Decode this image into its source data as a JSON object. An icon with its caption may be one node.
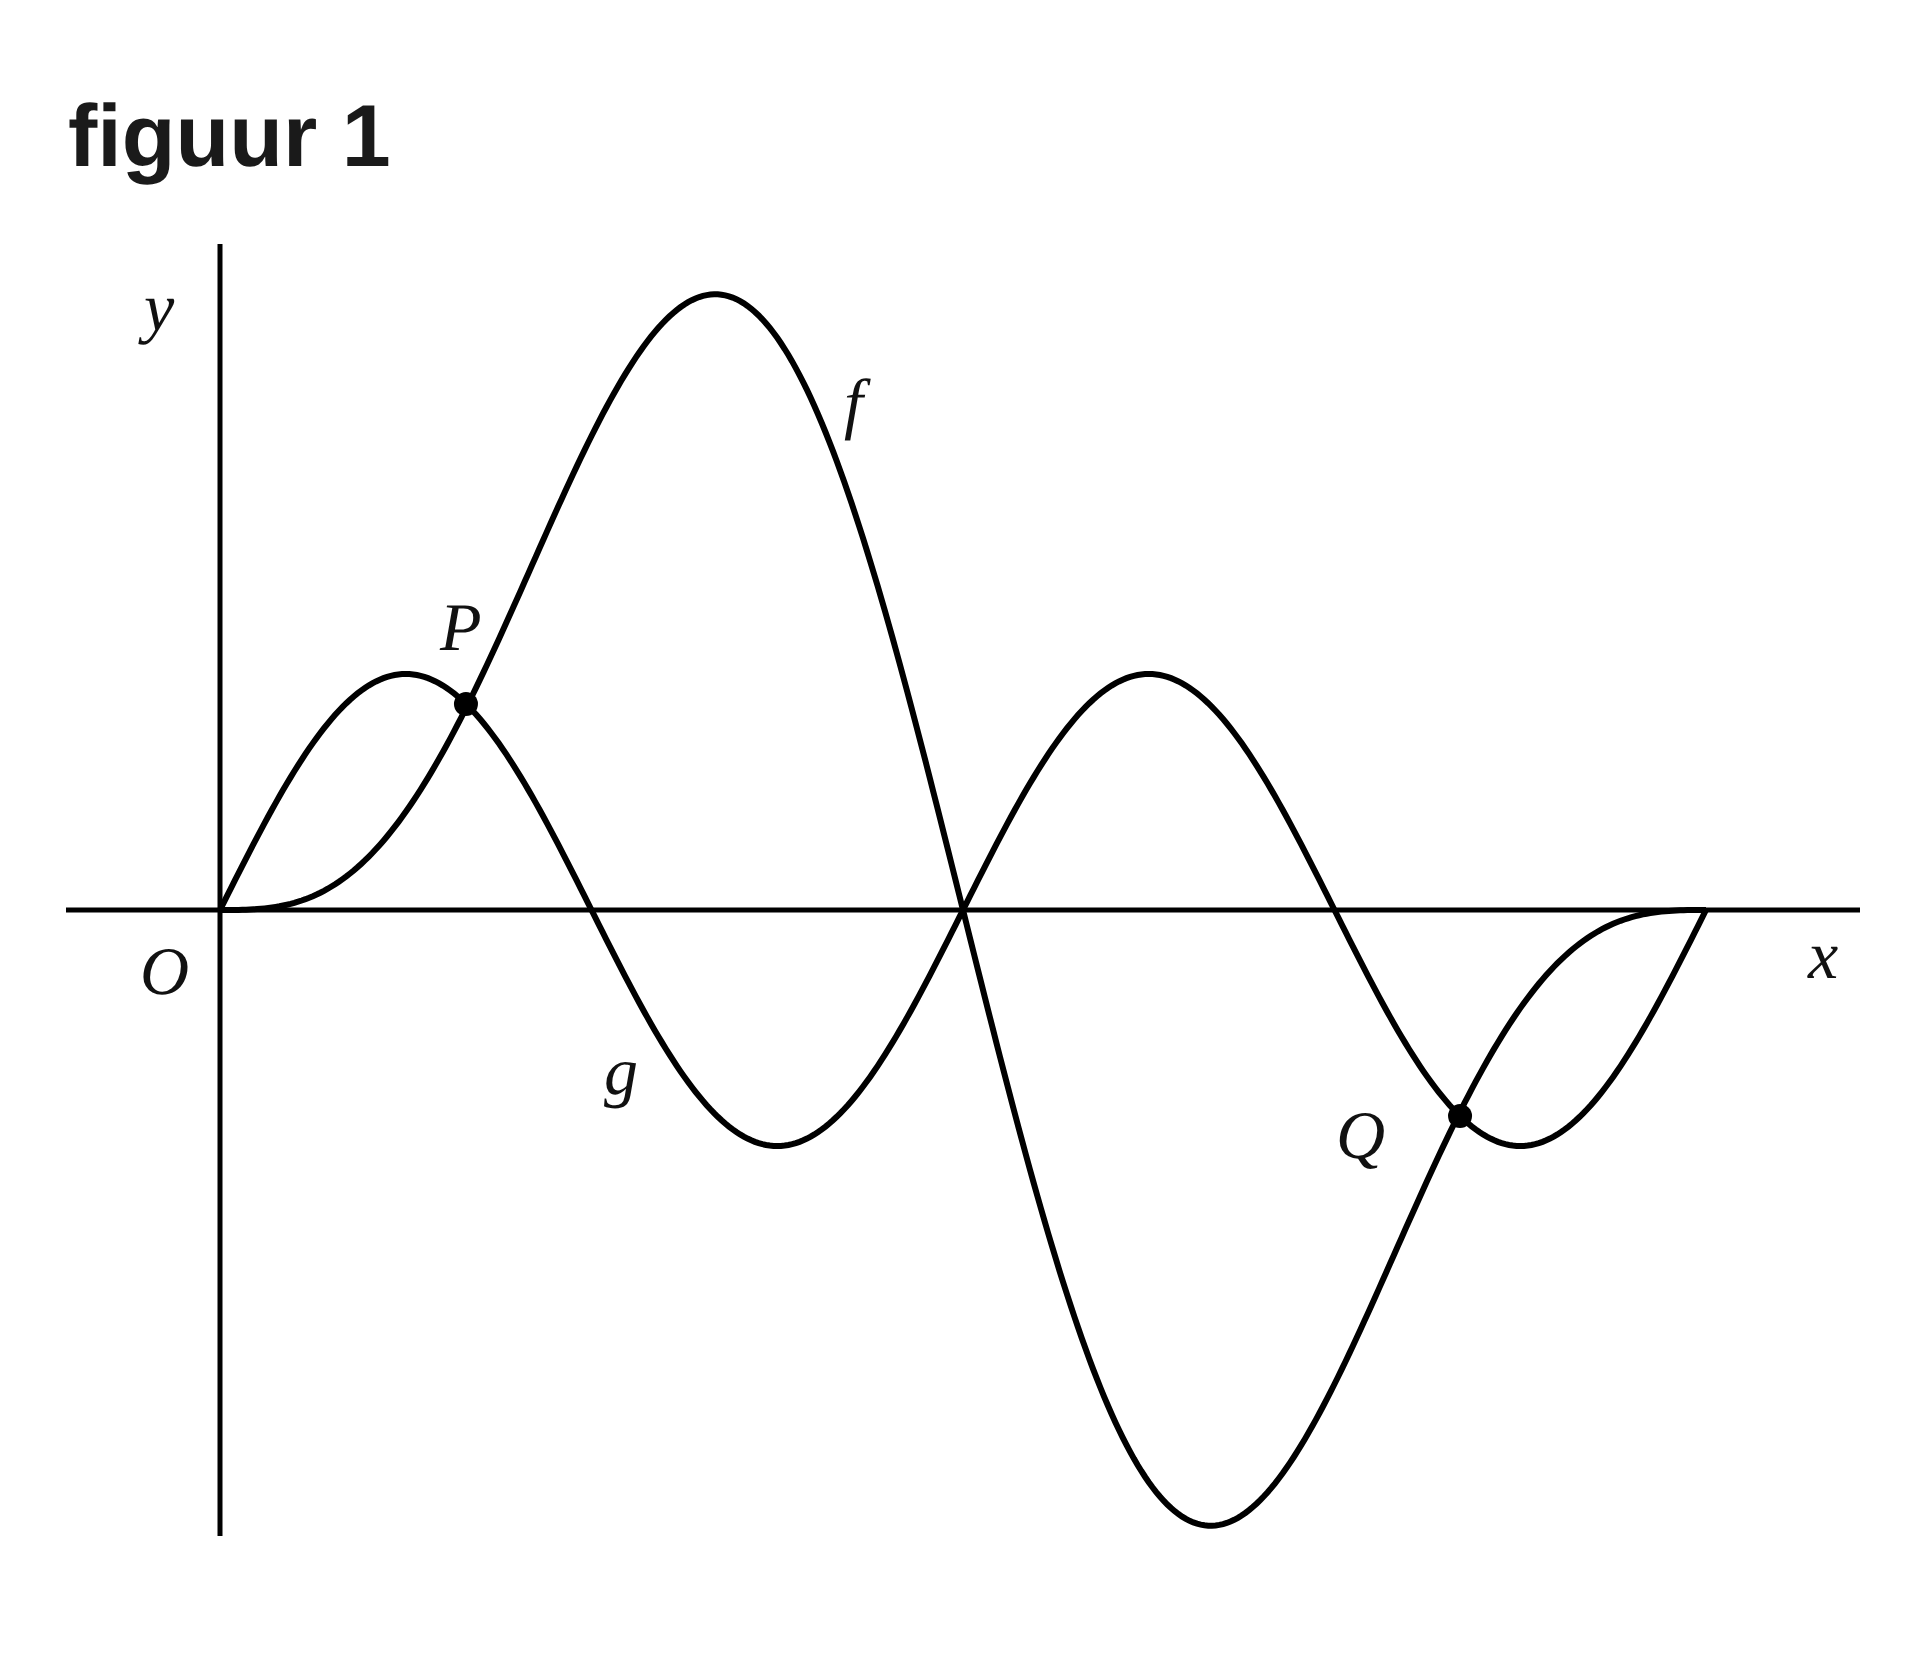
{
  "diagram": {
    "title": "figuur 1",
    "labels": [
      "y",
      "f",
      "P",
      "O",
      "x",
      "g",
      "Q"
    ]
  }
}
